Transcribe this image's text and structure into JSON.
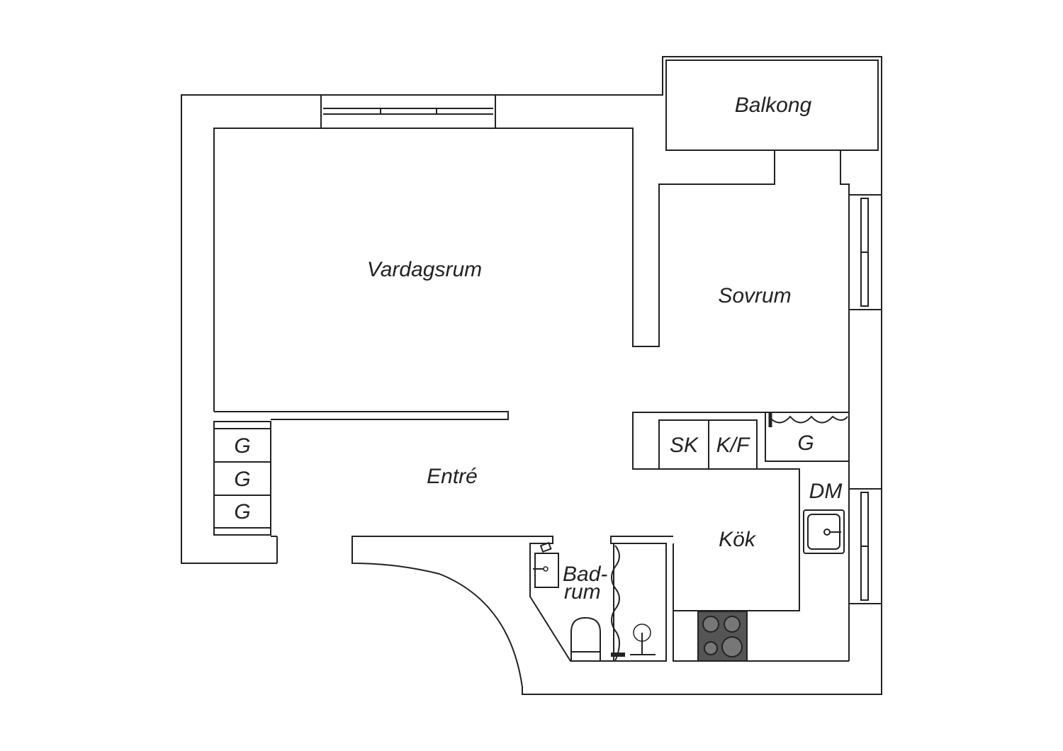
{
  "rooms": {
    "balcony": "Balkong",
    "living_room": "Vardagsrum",
    "bedroom": "Sovrum",
    "entrance": "Entré",
    "kitchen": "Kök",
    "bathroom_line1": "Bad-",
    "bathroom_line2": "rum"
  },
  "fixtures": {
    "wardrobe_1": "G",
    "wardrobe_2": "G",
    "wardrobe_3": "G",
    "freezer": "SK",
    "fridge_freezer": "K/F",
    "closet": "G",
    "dishwasher": "DM"
  },
  "colors": {
    "line": "#222222",
    "stove": "#555555"
  }
}
